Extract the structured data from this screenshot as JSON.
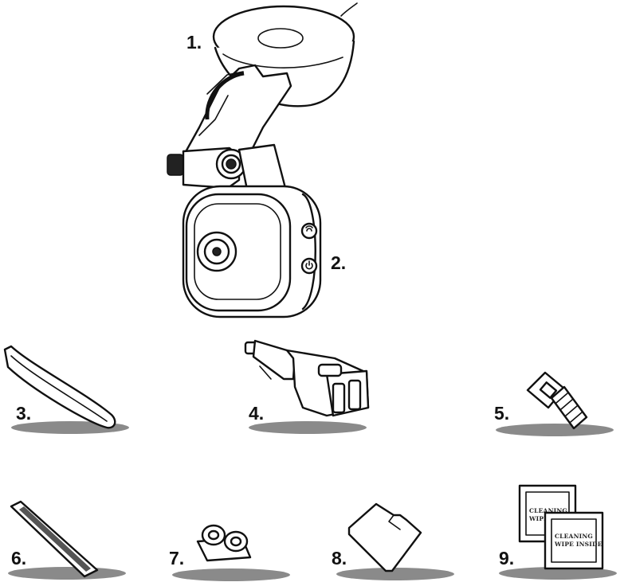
{
  "items": [
    {
      "label": "1.",
      "icon": "suction-mount-icon"
    },
    {
      "label": "2.",
      "icon": "dashcam-icon"
    },
    {
      "label": "3.",
      "icon": "trim-tool-icon"
    },
    {
      "label": "4.",
      "icon": "car-charger-icon"
    },
    {
      "label": "5.",
      "icon": "cable-clip-icon"
    },
    {
      "label": "6.",
      "icon": "adhesive-strip-icon"
    },
    {
      "label": "7.",
      "icon": "cable-holder-icon"
    },
    {
      "label": "8.",
      "icon": "microsd-card-icon"
    },
    {
      "label": "9.",
      "icon": "cleaning-wipes-icon"
    }
  ],
  "wipes": {
    "back": [
      "CLEANING",
      "WIPE INSIDE"
    ],
    "front": [
      "CLEANING",
      "WIPE INSIDE"
    ]
  },
  "colors": {
    "line": "#111111",
    "shadow": "#8a8a8a"
  }
}
